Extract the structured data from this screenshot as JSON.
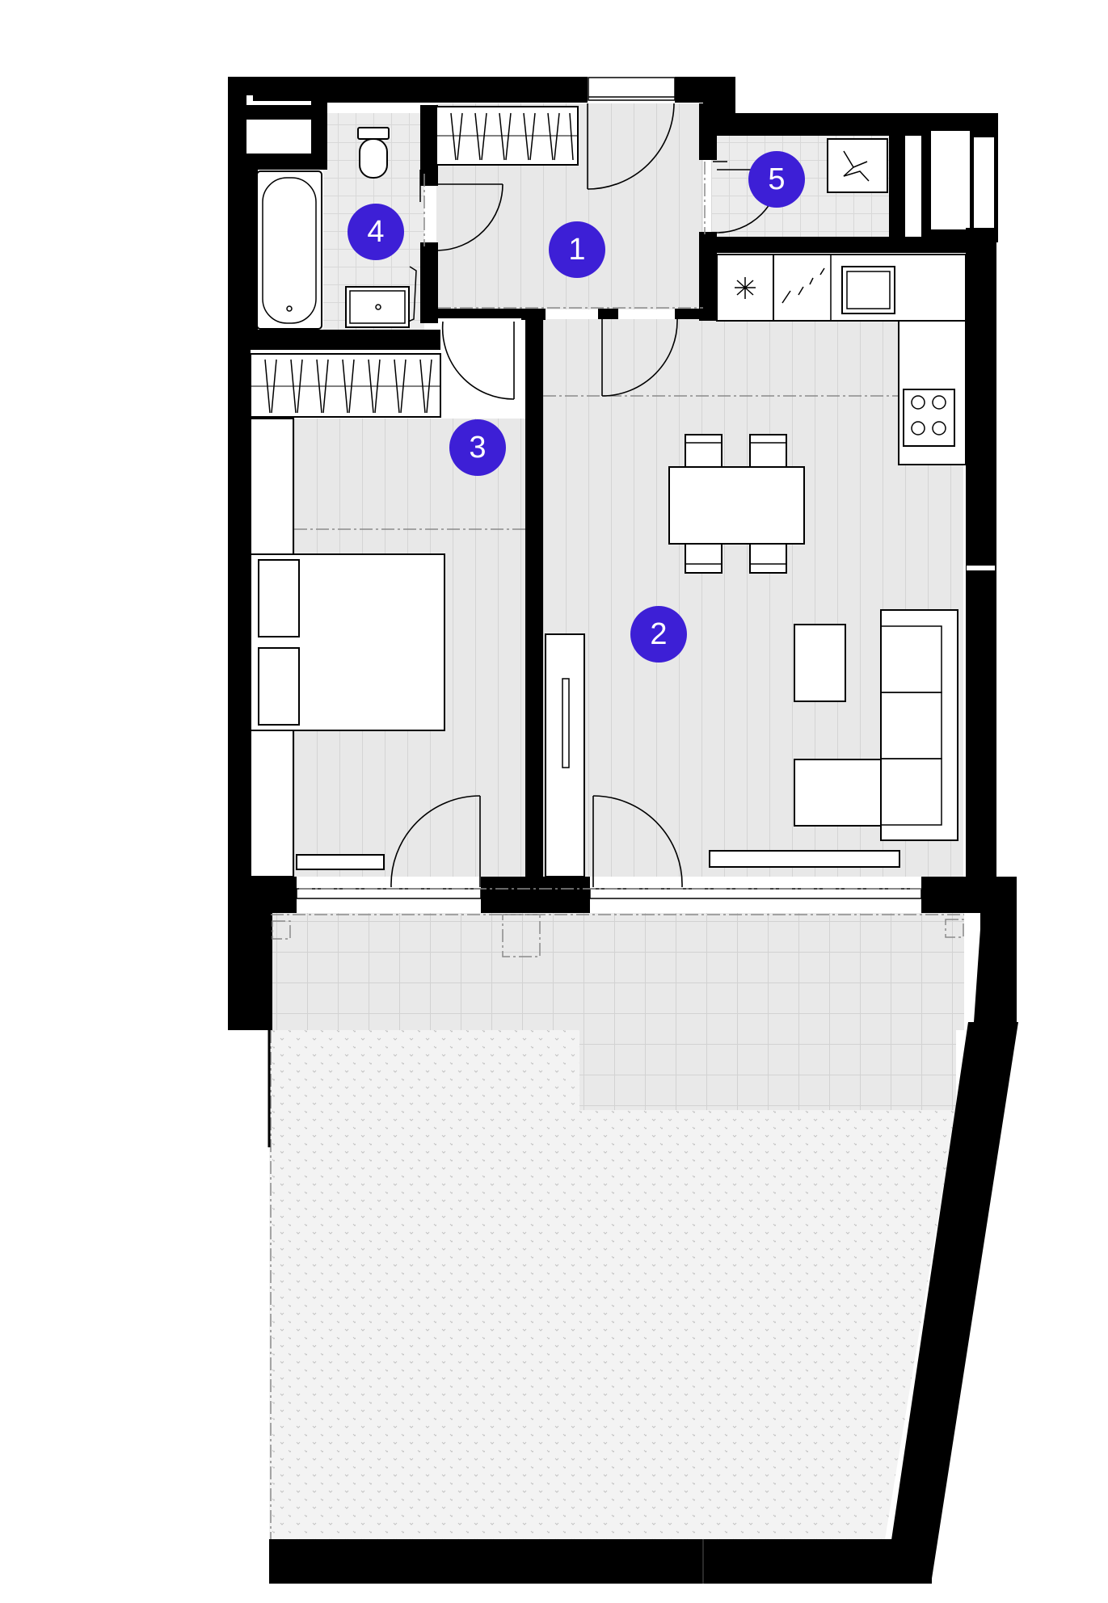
{
  "plan": {
    "colors": {
      "wall": "#000000",
      "floor": "#e8e8e8",
      "floor_lines": "#d6d6d6",
      "terrace": "#f4f4f4",
      "marker": "#3d1fd6",
      "marker_text": "#ffffff"
    },
    "rooms": [
      {
        "id": "1",
        "label": "1"
      },
      {
        "id": "2",
        "label": "2"
      },
      {
        "id": "3",
        "label": "3"
      },
      {
        "id": "4",
        "label": "4"
      },
      {
        "id": "5",
        "label": "5"
      }
    ]
  }
}
